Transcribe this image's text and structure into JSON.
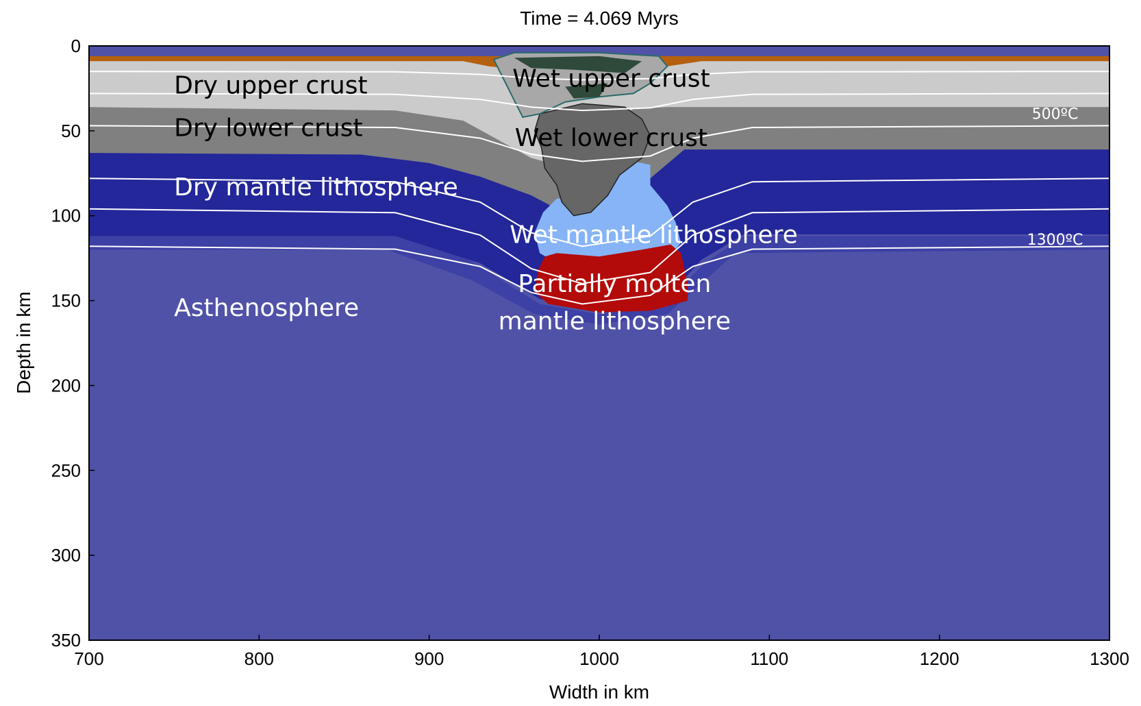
{
  "chart_data": {
    "type": "heatmap",
    "title": "Time = 4.069 Myrs",
    "xlabel": "Width in km",
    "ylabel": "Depth in km",
    "xlim": [
      700,
      1300
    ],
    "ylim": [
      0,
      350
    ],
    "y_inverted": true,
    "xticks": [
      700,
      800,
      900,
      1000,
      1100,
      1200,
      1300
    ],
    "yticks": [
      0,
      50,
      100,
      150,
      200,
      250,
      300,
      350
    ],
    "colors": {
      "asthenosphere": "#5052a8",
      "dry_mantle_lithosphere": "#23279a",
      "transition_band": "#3d40a4",
      "wet_mantle_lithosphere": "#86b4f7",
      "partially_molten": "#b30a0a",
      "dry_lower_crust": "#808080",
      "wet_lower_crust": "#666666",
      "dry_upper_crust": "#cbcbcb",
      "wet_upper_crust": "#a8a8a8",
      "sediment": "#b5600e",
      "isotherm": "#ffffff"
    },
    "layer_labels": [
      {
        "text": "Dry upper crust",
        "x": 750,
        "y": 28,
        "color": "#000000"
      },
      {
        "text": "Dry lower crust",
        "x": 750,
        "y": 53,
        "color": "#000000"
      },
      {
        "text": "Dry mantle lithosphere",
        "x": 750,
        "y": 88,
        "color": "#ffffff"
      },
      {
        "text": "Asthenosphere",
        "x": 750,
        "y": 159,
        "color": "#ffffff"
      },
      {
        "text": "Wet upper crust",
        "x": 1007,
        "y": 24,
        "color": "#000000"
      },
      {
        "text": "Wet lower crust",
        "x": 1007,
        "y": 59,
        "color": "#000000"
      },
      {
        "text": "Wet mantle lithosphere",
        "x": 1032,
        "y": 116,
        "color": "#ffffff"
      },
      {
        "text": "Partially molten",
        "x": 1009,
        "y": 145,
        "color": "#ffffff"
      },
      {
        "text": "mantle lithosphere",
        "x": 1009,
        "y": 167,
        "color": "#ffffff"
      }
    ],
    "isotherm_labels": [
      {
        "text": "500ºC",
        "x": 1268,
        "y": 43
      },
      {
        "text": "1300ºC",
        "x": 1268,
        "y": 117
      }
    ],
    "isotherms_depth_at_edges": [
      15,
      28,
      47,
      78,
      96,
      118
    ],
    "isotherm_max_depth_center": [
      20,
      38,
      68,
      118,
      140,
      152
    ]
  }
}
